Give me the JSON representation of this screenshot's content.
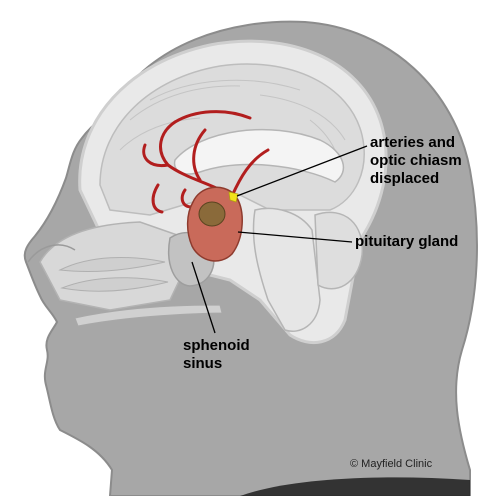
{
  "labels": {
    "arteries": [
      "arteries and",
      "optic chiasm",
      "displaced"
    ],
    "pituitary": "pituitary gland",
    "sphenoid": [
      "sphenoid",
      "sinus"
    ]
  },
  "copyright": "© Mayfield Clinic",
  "colors": {
    "skin": "#a7a7a7",
    "skin_edge": "#8c8c8c",
    "skull_bone": "#e9e9e9",
    "brain": "#dcdcdc",
    "artery": "#b21e1e",
    "tumor": "#c96a5a",
    "tumor_core": "#8a6a3a",
    "chiasm": "#f2e21a"
  }
}
